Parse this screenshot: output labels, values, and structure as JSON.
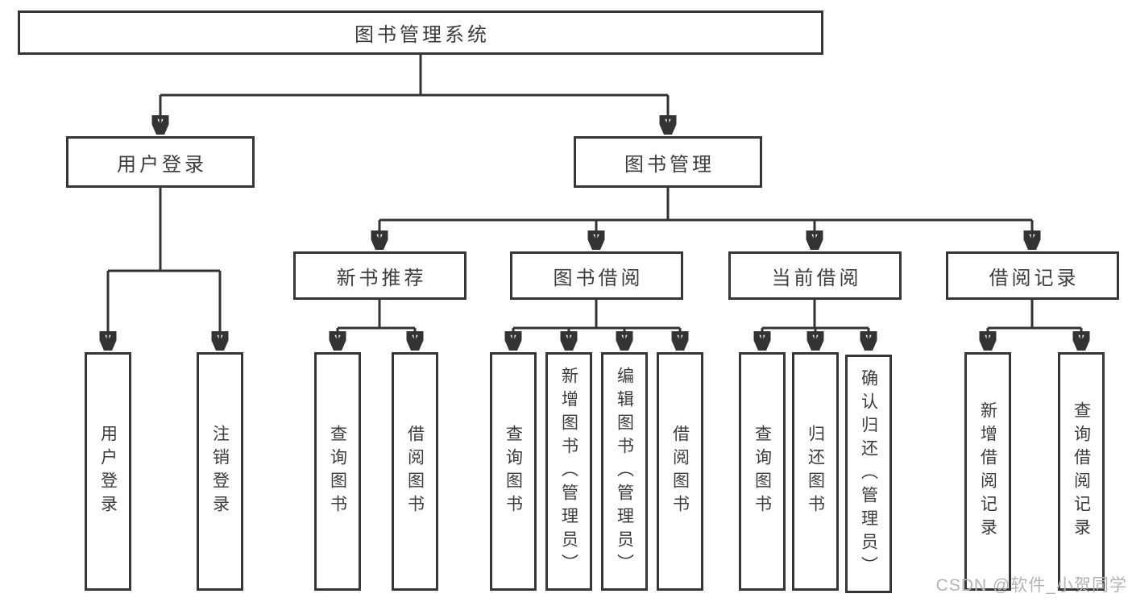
{
  "colors": {
    "line": "#333333",
    "border": "#363636",
    "text": "#3c3c3c",
    "box_fill": "#ffffff",
    "background": "#ffffff",
    "watermark": "#b3b3b3"
  },
  "tree": {
    "root": {
      "label": "图书管理系统"
    },
    "branches": [
      {
        "label": "用户登录",
        "children": [
          {
            "label": "用户登录"
          },
          {
            "label": "注销登录"
          }
        ]
      },
      {
        "label": "图书管理",
        "children": [
          {
            "label": "新书推荐",
            "children": [
              {
                "label": "查询图书"
              },
              {
                "label": "借阅图书"
              }
            ]
          },
          {
            "label": "图书借阅",
            "children": [
              {
                "label": "查询图书"
              },
              {
                "label": "新增图书（管理员）"
              },
              {
                "label": "编辑图书（管理员）"
              },
              {
                "label": "借阅图书"
              }
            ]
          },
          {
            "label": "当前借阅",
            "children": [
              {
                "label": "查询图书"
              },
              {
                "label": "归还图书"
              },
              {
                "label": "确认归还（管理员）"
              }
            ]
          },
          {
            "label": "借阅记录",
            "children": [
              {
                "label": "新增借阅记录"
              },
              {
                "label": "查询借阅记录"
              }
            ]
          }
        ]
      }
    ]
  },
  "watermark": {
    "text": "CSDN @软件_小贺同学"
  }
}
